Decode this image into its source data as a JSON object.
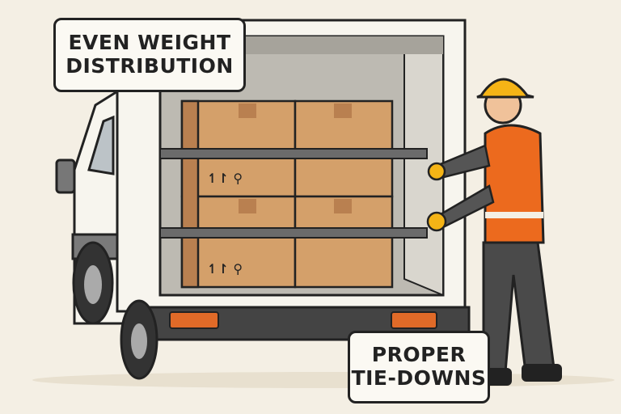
{
  "illustration": {
    "subject": "Worker securing boxes in a truck cargo area with tie-down straps",
    "callouts": [
      {
        "line1": "EVEN WEIGHT",
        "line2": "DISTRIBUTION"
      },
      {
        "line1": "PROPER",
        "line2": "TIE-DOWNS"
      }
    ],
    "box_labels": {
      "arrows": "↿↾",
      "fragile": "🍷"
    },
    "colors": {
      "background": "#f4efe4",
      "box": "#d4a06a",
      "box_dark": "#b98050",
      "truck": "#f7f5ee",
      "strap": "#6b6b6b",
      "vest": "#ec6a1e",
      "helmet": "#f5b416",
      "outline": "#222222"
    }
  }
}
